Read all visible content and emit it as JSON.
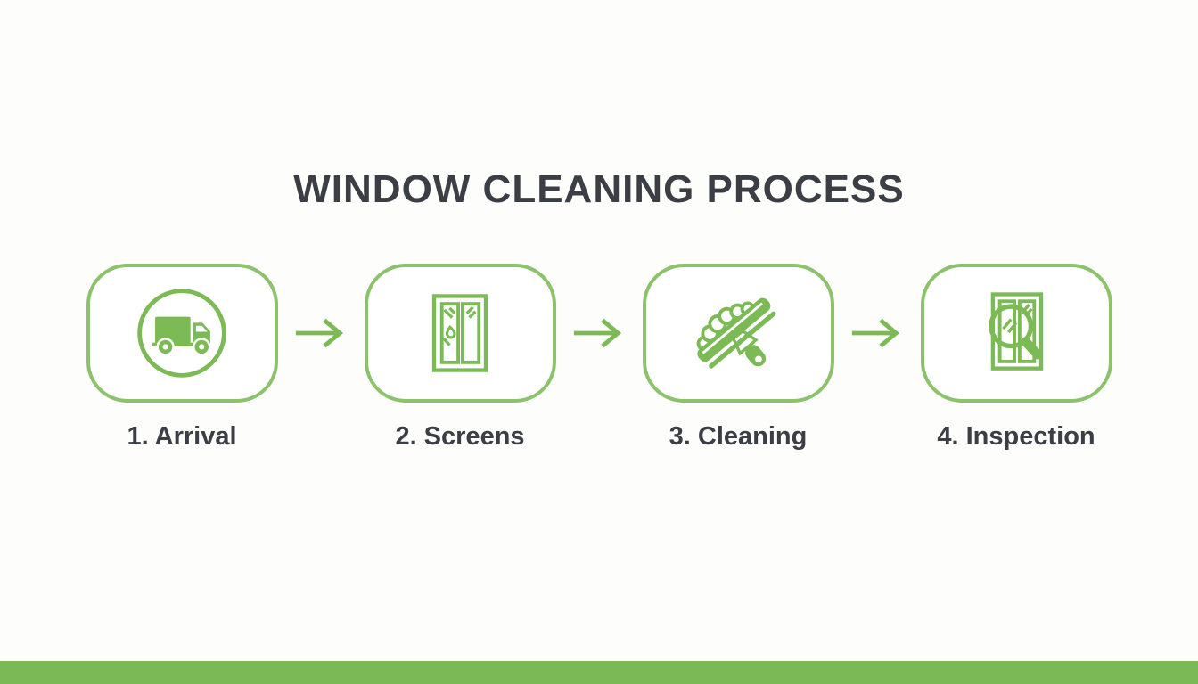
{
  "title": "WINDOW CLEANING PROCESS",
  "steps": [
    {
      "label": "1. Arrival",
      "icon": "truck-icon"
    },
    {
      "label": "2. Screens",
      "icon": "window-screens-icon"
    },
    {
      "label": "3. Cleaning",
      "icon": "squeegee-icon"
    },
    {
      "label": "4. Inspection",
      "icon": "inspection-magnifier-icon"
    }
  ],
  "arrow_icon": "right-arrow-icon",
  "colors": {
    "icon_green": "#7cba55",
    "border_green": "#8bc26b",
    "bottom_bar_green": "#7ab956",
    "text_dark": "#3b3e44",
    "background": "#fdfdfc"
  }
}
